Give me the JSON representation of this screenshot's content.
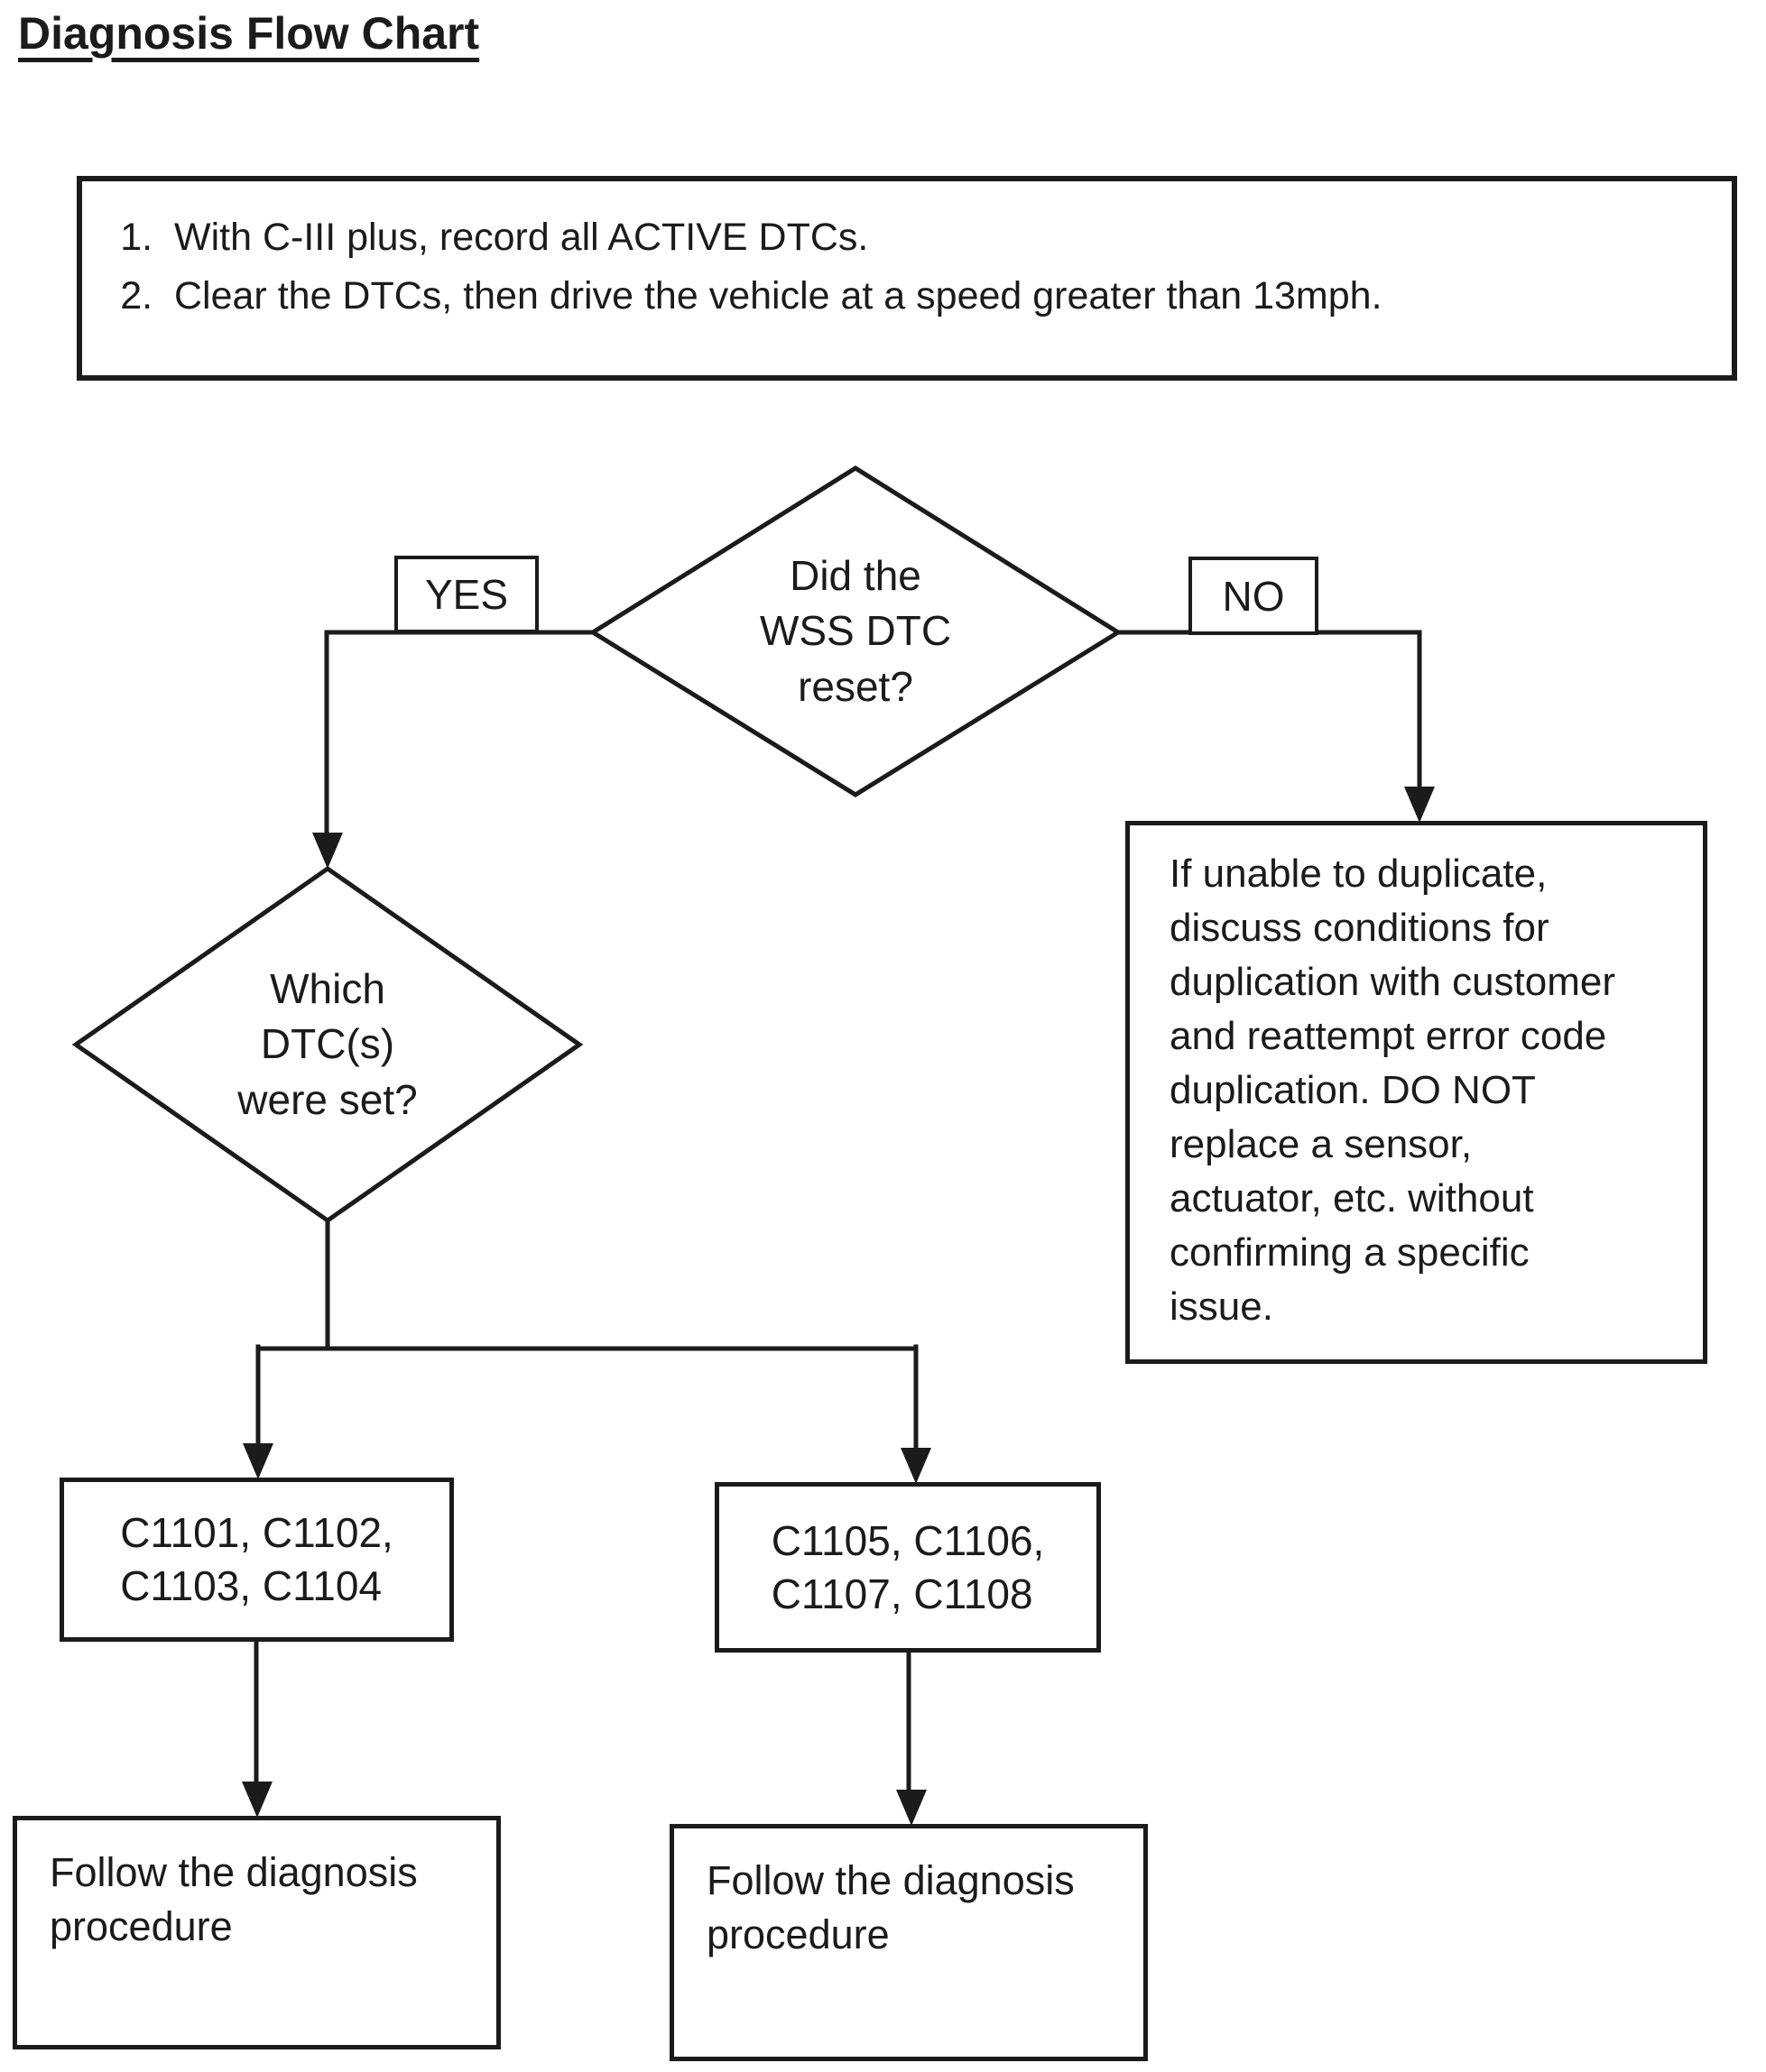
{
  "title": "Diagnosis Flow Chart",
  "instructions": {
    "items": [
      "With C-III plus, record all ACTIVE DTCs.",
      "Clear the DTCs, then drive the vehicle at a speed greater than 13mph."
    ]
  },
  "nodes": {
    "decision1": "Did the\nWSS DTC\nreset?",
    "yes_label": "YES",
    "no_label": "NO",
    "decision2": "Which\nDTC(s)\nwere set?",
    "no_outcome": "If unable to duplicate,\ndiscuss conditions for\nduplication with customer\nand reattempt error code\nduplication. DO NOT\nreplace a sensor,\nactuator, etc. without\nconfirming a specific\nissue.",
    "dtc_group1": "C1101, C1102,\nC1103, C1104",
    "dtc_group2": "C1105, C1106,\nC1107, C1108",
    "follow1": "Follow the diagnosis\nprocedure",
    "follow2": "Follow the diagnosis\nprocedure"
  },
  "colors": {
    "line": "#1b1b1b",
    "background": "#ffffff"
  }
}
